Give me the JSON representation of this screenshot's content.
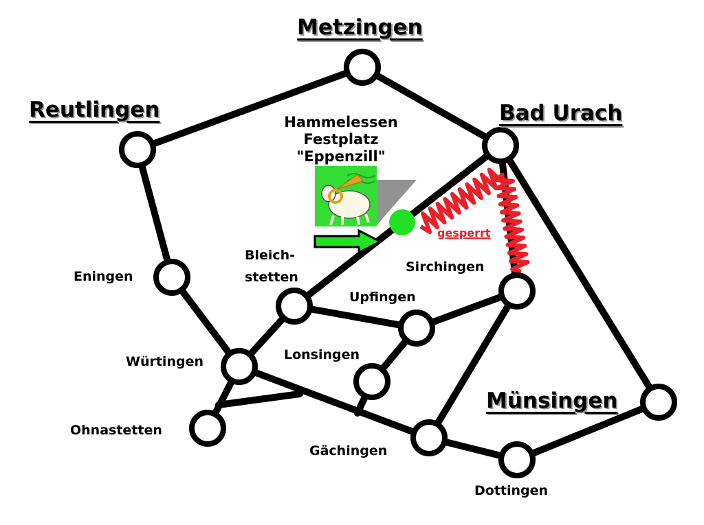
{
  "title_cities": {
    "metzingen": "Metzingen",
    "reutlingen": "Reutlingen",
    "bad_urach": "Bad Urach",
    "muensingen": "Münsingen"
  },
  "towns": {
    "eningen": "Eningen",
    "bleichstetten_1": "Bleich-",
    "bleichstetten_2": "stetten",
    "upfingen": "Upfingen",
    "sirchingen": "Sirchingen",
    "wuertingen": "Würtingen",
    "lonsingen": "Lonsingen",
    "ohnastetten": "Ohnastetten",
    "gaechingen": "Gächingen",
    "dottingen": "Dottingen"
  },
  "event": {
    "line1": "Hammelessen",
    "line2": "Festplatz",
    "line3": "\"Eppenzill\""
  },
  "closure_label": "gesperrt",
  "colors": {
    "line": "#000000",
    "closed": "#e8202a",
    "marker": "#22e022",
    "event_bg": "#33dd33"
  }
}
